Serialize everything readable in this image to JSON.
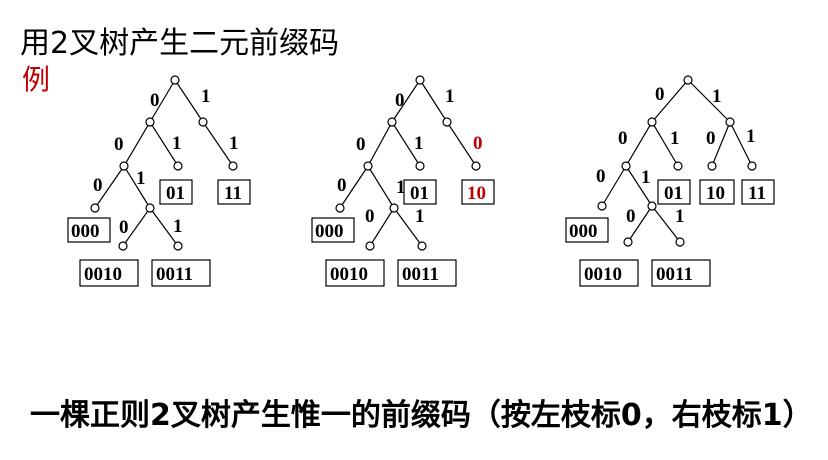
{
  "title": "用2叉树产生二元前缀码",
  "subtitle": "例",
  "caption": "一棵正则2叉树产生惟一的前缀码（按左枝标0，右枝标1）",
  "highlight_color": "#c00000",
  "trees": [
    {
      "edge_labels": [
        "0",
        "1",
        "0",
        "1",
        "1",
        "0",
        "1",
        "0",
        "1"
      ],
      "codes": [
        "000",
        "01",
        "11",
        "0010",
        "0011"
      ]
    },
    {
      "edge_labels": [
        "0",
        "1",
        "0",
        "1",
        "0",
        "0",
        "1",
        "0",
        "1"
      ],
      "highlight_edge_label": "0",
      "codes": [
        "000",
        "01",
        "10",
        "0010",
        "0011"
      ],
      "highlight_code": "10"
    },
    {
      "edge_labels": [
        "0",
        "1",
        "0",
        "1",
        "0",
        "1",
        "0",
        "1",
        "0",
        "1"
      ],
      "codes": [
        "000",
        "01",
        "10",
        "11",
        "0010",
        "0011"
      ]
    }
  ]
}
